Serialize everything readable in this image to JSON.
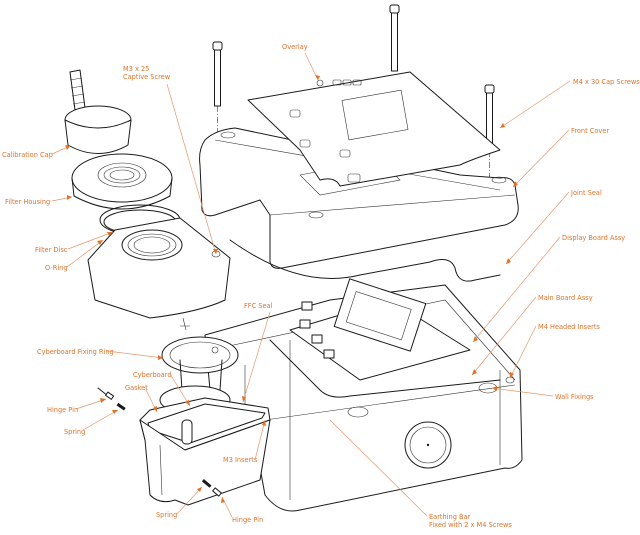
{
  "diagram": {
    "type": "exploded-assembly-view",
    "accent_color": "#e0732c",
    "line_color": "#1a1a1a",
    "labels": [
      {
        "id": "overlay",
        "text": [
          "Overlay"
        ]
      },
      {
        "id": "m3-captive-screw",
        "text": [
          "M3 x 25",
          "Captive Screw"
        ]
      },
      {
        "id": "m4-cap-screws",
        "text": [
          "M4 x 30 Cap Screws"
        ]
      },
      {
        "id": "front-cover",
        "text": [
          "Front Cover"
        ]
      },
      {
        "id": "calibration-cap",
        "text": [
          "Calibration Cap"
        ]
      },
      {
        "id": "filter-housing",
        "text": [
          "Filter Housing"
        ]
      },
      {
        "id": "joint-seal",
        "text": [
          "Joint Seal"
        ]
      },
      {
        "id": "filter-disc",
        "text": [
          "Filter Disc"
        ]
      },
      {
        "id": "display-board-assy",
        "text": [
          "Display Board Assy"
        ]
      },
      {
        "id": "o-ring",
        "text": [
          "O-Ring"
        ]
      },
      {
        "id": "ffc-seal",
        "text": [
          "FFC Seal"
        ]
      },
      {
        "id": "main-board-assy",
        "text": [
          "Main Board Assy"
        ]
      },
      {
        "id": "m4-headed-inserts",
        "text": [
          "M4 Headed Inserts"
        ]
      },
      {
        "id": "cyberboard-fixing-ring",
        "text": [
          "Cyberboard Fixing Ring"
        ]
      },
      {
        "id": "cyberboard",
        "text": [
          "Cyberboard"
        ]
      },
      {
        "id": "gasket",
        "text": [
          "Gasket"
        ]
      },
      {
        "id": "wall-fixings",
        "text": [
          "Wall Fixings"
        ]
      },
      {
        "id": "hinge-pin-left",
        "text": [
          "Hinge Pin"
        ]
      },
      {
        "id": "spring-left",
        "text": [
          "Spring"
        ]
      },
      {
        "id": "m3-inserts",
        "text": [
          "M3 Inserts"
        ]
      },
      {
        "id": "spring-bottom",
        "text": [
          "Spring"
        ]
      },
      {
        "id": "hinge-pin-bottom",
        "text": [
          "Hinge Pin"
        ]
      },
      {
        "id": "earthing-bar",
        "text": [
          "Earthing Bar",
          "Fixed with 2 x M4 Screws"
        ]
      }
    ]
  }
}
